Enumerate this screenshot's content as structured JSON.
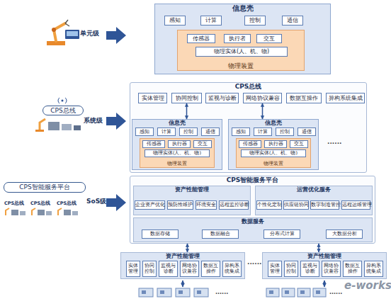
{
  "diagram": {
    "nodes": [
      {
        "text": [
          "信息壳"
        ]
      },
      {
        "text": [
          "感知"
        ],
        "in": 0
      },
      {
        "text": [
          "计算"
        ],
        "in": 0
      },
      {
        "text": [
          "控制"
        ],
        "in": 0
      },
      {
        "text": [
          "通信"
        ],
        "in": 0
      },
      {
        "text": [
          "物理装置"
        ],
        "in": 0
      },
      {
        "text": [
          "传感器"
        ],
        "in": 5
      },
      {
        "text": [
          "执行者"
        ],
        "in": 5
      },
      {
        "text": [
          "交互"
        ],
        "in": 5
      },
      {
        "text": [
          "物理实体(人、机、物)"
        ],
        "in": 5
      },
      {
        "text": [
          "CPS总线"
        ]
      },
      {
        "text": [
          "CPS总线"
        ]
      },
      {
        "text": [
          "实体管理"
        ],
        "in": 11
      },
      {
        "text": [
          "协同控制"
        ],
        "in": 11
      },
      {
        "text": [
          "监视与诊断"
        ],
        "in": 11
      },
      {
        "text": [
          "网络协议兼容"
        ],
        "in": 11
      },
      {
        "text": [
          "数据互操作"
        ],
        "in": 11
      },
      {
        "text": [
          "异构系统集成"
        ],
        "in": 11
      },
      {
        "text": [
          "信息壳"
        ],
        "in": 11
      },
      {
        "text": [
          "感知"
        ],
        "in": 18
      },
      {
        "text": [
          "计算"
        ],
        "in": 18
      },
      {
        "text": [
          "控制"
        ],
        "in": 18
      },
      {
        "text": [
          "通信"
        ],
        "in": 18
      },
      {
        "text": [
          "物理装置"
        ],
        "in": 18
      },
      {
        "text": [
          "传感器"
        ],
        "in": 23
      },
      {
        "text": [
          "执行器"
        ],
        "in": 23
      },
      {
        "text": [
          "交互"
        ],
        "in": 23
      },
      {
        "text": [
          "物理实体(人、机、物)"
        ],
        "in": 23
      },
      {
        "text": [
          "信息壳"
        ],
        "in": 11
      },
      {
        "text": [
          "感知"
        ],
        "in": 28
      },
      {
        "text": [
          "计算"
        ],
        "in": 28
      },
      {
        "text": [
          "控制"
        ],
        "in": 28
      },
      {
        "text": [
          "通信"
        ],
        "in": 28
      },
      {
        "text": [
          "物理装置"
        ],
        "in": 28
      },
      {
        "text": [
          "传感器"
        ],
        "in": 33
      },
      {
        "text": [
          "执行器"
        ],
        "in": 33
      },
      {
        "text": [
          "交互"
        ],
        "in": 33
      },
      {
        "text": [
          "物理实体(人、机、物)"
        ],
        "in": 33
      },
      {
        "text": [
          "CPS智能服务平台"
        ]
      },
      {
        "text": [
          "CPS智能服务平台"
        ]
      },
      {
        "text": [
          "资产性能管理"
        ],
        "in": 39
      },
      {
        "text": [
          "企业资产优化"
        ],
        "in": 40
      },
      {
        "text": [
          "预防性维护"
        ],
        "in": 40
      },
      {
        "text": [
          "环境安全"
        ],
        "in": 40
      },
      {
        "text": [
          "远程监控诊断"
        ],
        "in": 40
      },
      {
        "text": [
          "运营优化服务"
        ],
        "in": 39
      },
      {
        "text": [
          "个性化定制"
        ],
        "in": 45
      },
      {
        "text": [
          "供应链协同"
        ],
        "in": 45
      },
      {
        "text": [
          "数字制造管控"
        ],
        "in": 45
      },
      {
        "text": [
          "远程运维管理"
        ],
        "in": 45
      },
      {
        "text": [
          "数据服务"
        ],
        "in": 39
      },
      {
        "text": [
          "数据存储"
        ],
        "in": 50
      },
      {
        "text": [
          "数据融合"
        ],
        "in": 50
      },
      {
        "text": [
          "分布式计算"
        ],
        "in": 50
      },
      {
        "text": [
          "大数据分析"
        ],
        "in": 50
      },
      {
        "text": [
          "资产性能管理"
        ]
      },
      {
        "text": [
          "实体管理"
        ],
        "in": 55
      },
      {
        "text": [
          "协同控制"
        ],
        "in": 55
      },
      {
        "text": [
          "监视与诊断"
        ],
        "in": 55
      },
      {
        "text": [
          "网络协议兼容"
        ],
        "in": 55
      },
      {
        "text": [
          "数据互操作"
        ],
        "in": 55
      },
      {
        "text": [
          "异构系统集成"
        ],
        "in": 55
      },
      {
        "text": [
          "资产性能管理"
        ]
      },
      {
        "text": [
          "实体管理"
        ],
        "in": 62
      },
      {
        "text": [
          "协同控制"
        ],
        "in": 62
      },
      {
        "text": [
          "监视与诊断"
        ],
        "in": 62
      },
      {
        "text": [
          "网络协议兼容"
        ],
        "in": 62
      },
      {
        "text": [
          "数据互操作"
        ],
        "in": 62
      },
      {
        "text": [
          "异构系统集成"
        ],
        "in": 62
      }
    ],
    "edges": [
      {
        "from": 13,
        "to": 18,
        "arrow": "both"
      },
      {
        "from": 15,
        "to": 28,
        "arrow": "both"
      },
      {
        "from": 39,
        "to": 55,
        "arrow": "both"
      },
      {
        "from": 39,
        "to": 62,
        "arrow": "both"
      }
    ],
    "labels": [
      "单元级",
      "系统级",
      "SoS级",
      "CPS总线",
      "CPS总线",
      "CPS总线",
      "......",
      "......",
      "......",
      "......",
      "e-works"
    ]
  }
}
